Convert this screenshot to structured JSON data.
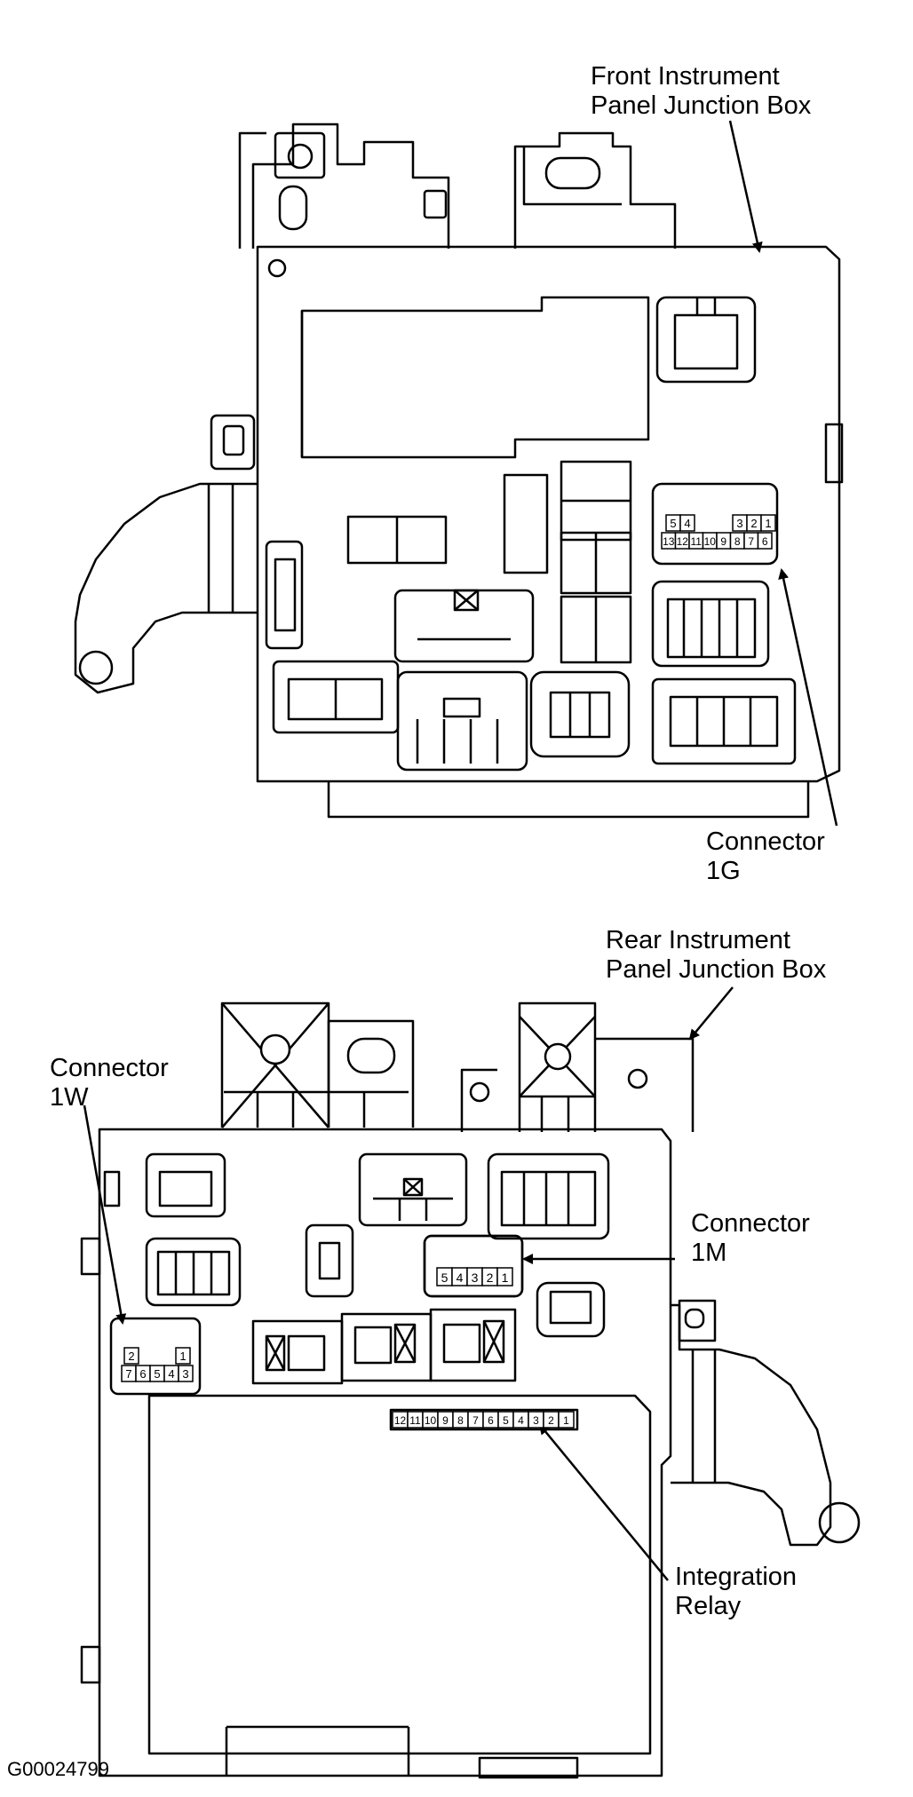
{
  "labels": {
    "front_box": "Front Instrument\nPanel Junction Box",
    "connector_1g": "Connector\n1G",
    "rear_box": "Rear Instrument\nPanel Junction Box",
    "connector_1w": "Connector\n1W",
    "connector_1m": "Connector\n1M",
    "integration_relay": "Integration\nRelay"
  },
  "figure_code": "G00024799",
  "pins": {
    "connector_1g": {
      "top_row": [
        "5",
        "4",
        "3",
        "2",
        "1"
      ],
      "bottom_row": [
        "13",
        "12",
        "11",
        "10",
        "9",
        "8",
        "7",
        "6"
      ]
    },
    "connector_1m": [
      "5",
      "4",
      "3",
      "2",
      "1"
    ],
    "connector_1w": {
      "top_row": [
        "2",
        "1"
      ],
      "bottom_row": [
        "7",
        "6",
        "5",
        "4",
        "3"
      ]
    },
    "integration_relay": [
      "12",
      "11",
      "10",
      "9",
      "8",
      "7",
      "6",
      "5",
      "4",
      "3",
      "2",
      "1"
    ]
  },
  "colors": {
    "line": "#000000",
    "background": "#ffffff"
  }
}
